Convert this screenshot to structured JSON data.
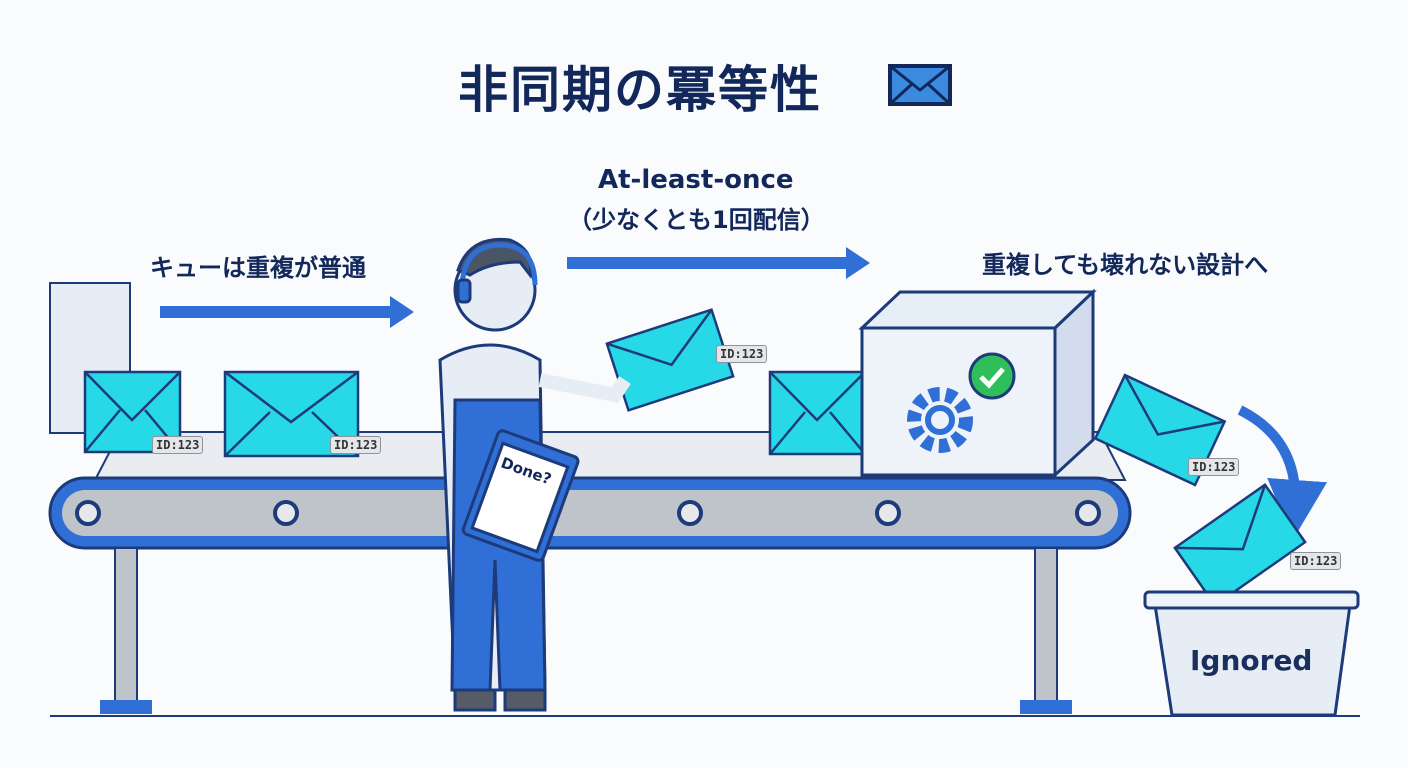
{
  "title": "非同期の冪等性",
  "labels": {
    "queue": "キューは重複が普通",
    "at_least_once": "At-least-once",
    "at_least_once_sub": "（少なくとも1回配信）",
    "design": "重複しても壊れない設計へ"
  },
  "message_id": "ID:123",
  "clipboard_text": "Done?",
  "bin_label": "Ignored",
  "colors": {
    "text": "#12275a",
    "blue": "#2f6fd6",
    "cyan": "#27d9e6",
    "outline": "#1d3b7a"
  },
  "icons": [
    "envelope-icon",
    "gear-icon",
    "check-circle-icon",
    "headset-icon",
    "arrow-right-icon",
    "curved-arrow-icon"
  ]
}
